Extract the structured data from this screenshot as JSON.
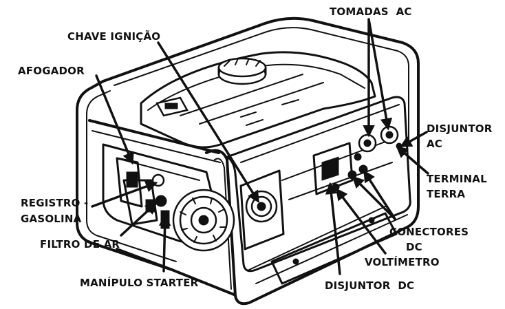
{
  "labels": {
    "tomadas_ac": "TOMADAS  AC",
    "chave_ignicao": "CHAVE IGNIÇÃO",
    "afogador": "AFOGADOR",
    "disjuntor_ac_line1": "DISJUNTOR",
    "disjuntor_ac_line2": "AC",
    "terminal_terra_line1": "TERMINAL",
    "terminal_terra_line2": "TERRA",
    "registro_gasolina_line1": "REGISTRO -",
    "registro_gasolina_line2": "GASOLINA",
    "filtro_de_ar": "FILTRO DE AR",
    "conectores_dc_line1": "CONECTORES",
    "conectores_dc_line2": "DC",
    "voltimetro": "VOLTÍMETRO",
    "manipulo_starter": "MANÍPULO STARTER",
    "disjuntor_dc": "DISJUNTOR  DC"
  }
}
